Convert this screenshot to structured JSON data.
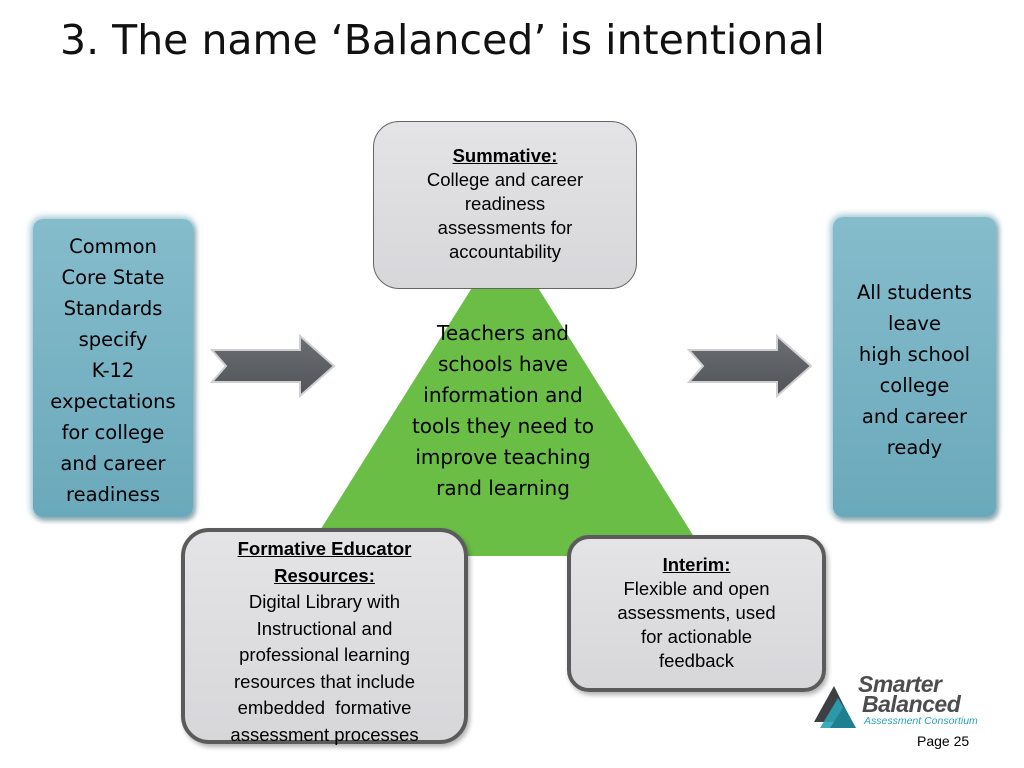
{
  "slide": {
    "title": "3. The name ‘Balanced’ is intentional",
    "page_label": "Page 25"
  },
  "left_box": {
    "lines": [
      "Common",
      "Core State",
      "Standards",
      "specify",
      "K-12",
      "expectations",
      "for college",
      "and career",
      "readiness"
    ]
  },
  "right_box": {
    "lines": [
      "All students",
      "leave",
      "high school",
      "college",
      "and career",
      "ready"
    ]
  },
  "triangle": {
    "lines": [
      "Teachers and",
      "schools have",
      "information and",
      "tools they need to",
      "improve teaching",
      "rand learning"
    ],
    "color": "#6abd45"
  },
  "summative": {
    "heading": "Summative:",
    "lines": [
      "College and career",
      "readiness",
      "assessments for",
      "accountability"
    ]
  },
  "formative": {
    "heading_lines": [
      "Formative Educator",
      "Resources:"
    ],
    "lines": [
      "Digital Library with",
      "Instructional and",
      "professional learning",
      "resources that include",
      "embedded  formative",
      "assessment processes"
    ]
  },
  "interim": {
    "heading": "Interim:",
    "lines": [
      "Flexible and open",
      "assessments, used",
      "for actionable",
      "feedback"
    ]
  },
  "logo": {
    "line1": "Smarter",
    "line2": "Balanced",
    "line3": "Assessment Consortium"
  },
  "colors": {
    "side_box": "#78b3c5",
    "arrow": "#5c5f63",
    "grey_box": "#dcdcdf",
    "logo_teal": "#2aa3b5",
    "logo_dark": "#4d4d4f"
  }
}
